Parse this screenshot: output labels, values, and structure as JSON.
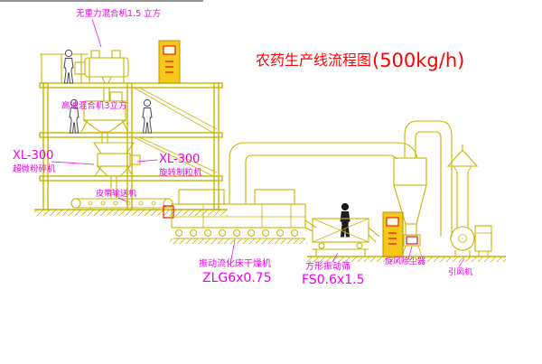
{
  "drawing": {
    "title": {
      "name": "农药生产线流程图",
      "capacity": "(500kg/h)"
    },
    "labels": {
      "gravity_free_mixer": "无重力混合机1.5 立方",
      "high_speed_mixer": "高速混合机3立方",
      "mill_model": "XL-300",
      "mill_name": "超微粉碎机",
      "granulator_model": "XL-300",
      "granulator_name": "旋转制粒机",
      "belt_conveyor": "皮带输送机",
      "dryer_name": "振动流化床干燥机",
      "dryer_model": "ZLG6x0.75",
      "sieve_name": "方形振动筛",
      "sieve_model": "FS0.6x1.5",
      "cyclone_name": "旋风除尘器",
      "fan_name": "引风机"
    },
    "colors": {
      "line": "#c9b400",
      "label": "#ee00ee",
      "title": "#ff0000",
      "cabinet": "#f6c81a",
      "red_accent": "#e60000",
      "background": "#ffffff"
    }
  }
}
